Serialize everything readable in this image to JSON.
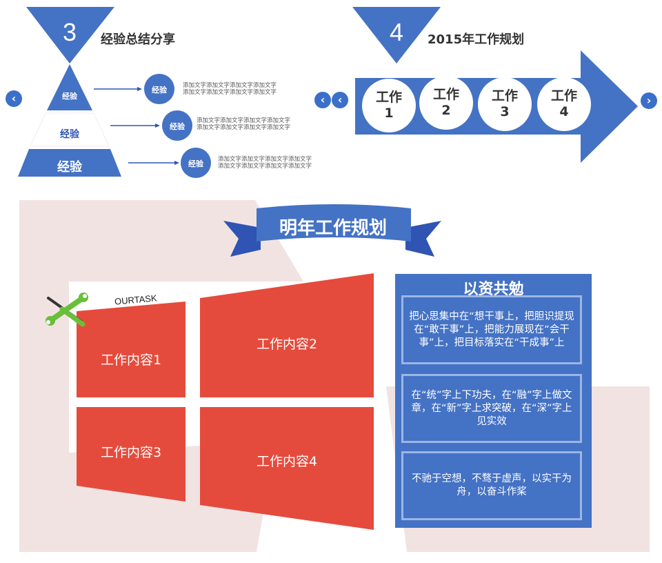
{
  "section3": {
    "number": "3",
    "title": "经验总结分享",
    "pyramid": [
      "经验",
      "经验",
      "经验"
    ],
    "items": [
      {
        "circle": "经验",
        "text1": "添加文字添加文字添加文字添加文字",
        "text2": "添加文字添加文字添加文字添加文字"
      },
      {
        "circle": "经验",
        "text1": "添加文字添加文字添加文字添加文字",
        "text2": "添加文字添加文字添加文字添加文字"
      },
      {
        "circle": "经验",
        "text1": "添加文字添加文字添加文字添加文字",
        "text2": "添加文字添加文字添加文字添加文字"
      }
    ]
  },
  "section4": {
    "number": "4",
    "title": "2015年工作规划",
    "works": [
      {
        "line1": "工作",
        "line2": "1"
      },
      {
        "line1": "工作",
        "line2": "2"
      },
      {
        "line1": "工作",
        "line2": "3"
      },
      {
        "line1": "工作",
        "line2": "4"
      }
    ]
  },
  "nav": {
    "prev": "‹",
    "next": "›"
  },
  "bottom": {
    "banner": "明年工作规划",
    "tag": "OURTASK",
    "tiles": [
      "工作内容1",
      "工作内容2",
      "工作内容3",
      "工作内容4"
    ],
    "panel_title": "以资共勉",
    "quotes": [
      "把心思集中在“想干事上，把胆识提现在“敢干事”上，把能力展现在“会干事”上，把目标落实在“干成事”上",
      "在“统”字上下功夫，在“融”字上做文章，在“新”字上求突破，在“深”字上见实效",
      "不驰于空想，不骛于虚声，以实干为舟，以奋斗作桨"
    ]
  },
  "colors": {
    "blue": "#4472c4",
    "dark_blue": "#2f54b3",
    "red": "#e54b3c",
    "pink_bg": "#f2e3e3"
  }
}
